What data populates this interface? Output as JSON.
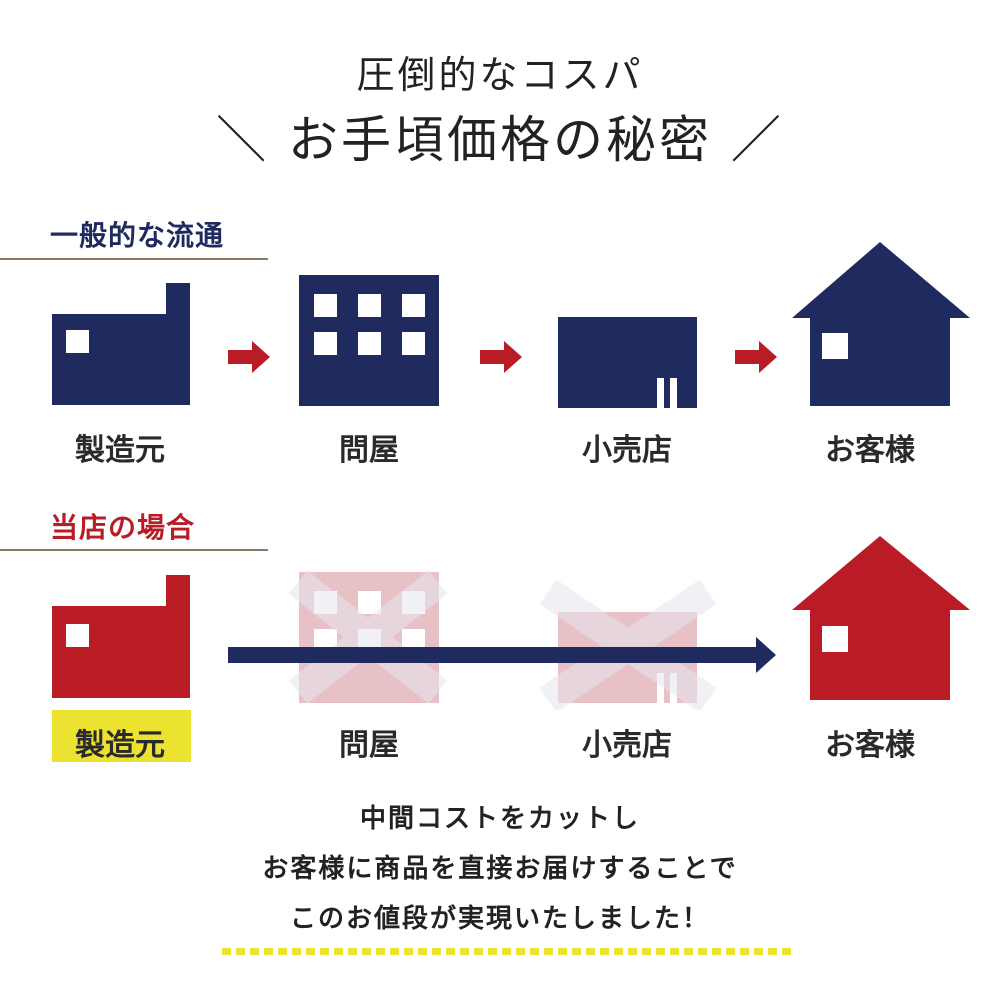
{
  "header": {
    "subtitle": "圧倒的なコスパ",
    "title": "お手頃価格の秘密",
    "left_slash": "＼",
    "right_slash": "／"
  },
  "general": {
    "heading": "一般的な流通",
    "heading_color": "#1f2b5e",
    "steps": [
      "製造元",
      "問屋",
      "小売店",
      "お客様"
    ]
  },
  "ours": {
    "heading": "当店の場合",
    "heading_color": "#b91c24",
    "steps": [
      "製造元",
      "問屋",
      "小売店",
      "お客様"
    ]
  },
  "message": {
    "line1": "中間コストをカットし",
    "line2": "お客様に商品を直接お届けすることで",
    "line3": "このお値段が実現いたしました！"
  },
  "colors": {
    "navy": "#1f2b5e",
    "red": "#b91c24",
    "faded": "#e7c1c6",
    "highlight": "#ece330"
  },
  "icons": [
    "factory-icon",
    "office-building-icon",
    "retail-store-icon",
    "house-icon",
    "cross-out-icon",
    "right-arrow-icon"
  ]
}
